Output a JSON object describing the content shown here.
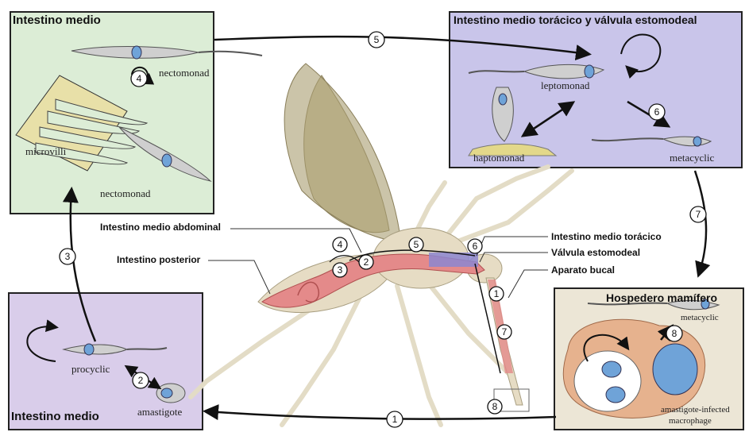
{
  "panels": {
    "top_left": {
      "title": "Intestino medio",
      "bg": "#dcedd6"
    },
    "top_right": {
      "title": "Intestino medio torácico y válvula estomodeal",
      "bg": "#c9c5ea"
    },
    "bottom_left": {
      "title": "Intestino medio",
      "bg": "#d9cdea"
    },
    "bottom_right": {
      "title": "Hospedero mamífero",
      "bg": "#ece6d6"
    }
  },
  "stage_labels": {
    "nectomonad_1": "nectomonad",
    "microvilli": "microvilli",
    "nectomonad_2": "nectomonad",
    "leptomonad": "leptomonad",
    "haptomonad": "haptomonad",
    "metacyclic_1": "metacyclic",
    "procyclic": "procyclic",
    "amastigote": "amastigote",
    "metacyclic_2": "metacyclic",
    "amastigote_infected": "amastigote-infected",
    "macrophage": "macrophage"
  },
  "anatomy_labels": {
    "abdominal_midgut": "Intestino medio abdominal",
    "hindgut": "Intestino posterior",
    "thoracic_midgut": "Intestino medio torácico",
    "stomodeal_valve": "Válvula estomodeal",
    "mouthparts": "Aparato bucal"
  },
  "steps": {
    "s1": "1",
    "s2": "2",
    "s3": "3",
    "s4": "4",
    "s5": "5",
    "s6": "6",
    "s7": "7",
    "s8": "8"
  },
  "colors": {
    "gut": "#e48a8a",
    "body": "#e6dcc4",
    "wing": "#bfb48c",
    "parasite": "#cfcfcf",
    "nucleus": "#6fa3d8"
  }
}
